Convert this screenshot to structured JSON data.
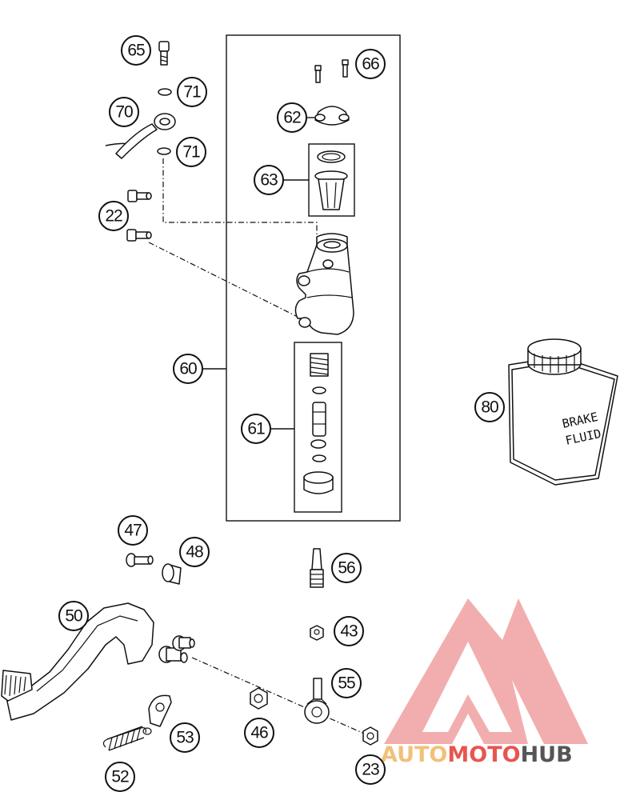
{
  "callouts": {
    "c65": "65",
    "c66": "66",
    "c71a": "71",
    "c70": "70",
    "c71b": "71",
    "c62": "62",
    "c63": "63",
    "c22": "22",
    "c60": "60",
    "c61": "61",
    "c80": "80",
    "c47": "47",
    "c48": "48",
    "c56": "56",
    "c50": "50",
    "c43": "43",
    "c55": "55",
    "c46": "46",
    "c53": "53",
    "c52": "52",
    "c23": "23"
  },
  "bottle": {
    "line1": "BRAKE",
    "line2": "FLUID"
  },
  "watermark": {
    "part1": "AUTO",
    "part2": "MOTO",
    "part3": "HUB",
    "colors": {
      "triangle": "#f0a0a0",
      "auto": "#f2c079",
      "moto": "#e8554f",
      "hub": "#555555"
    }
  }
}
